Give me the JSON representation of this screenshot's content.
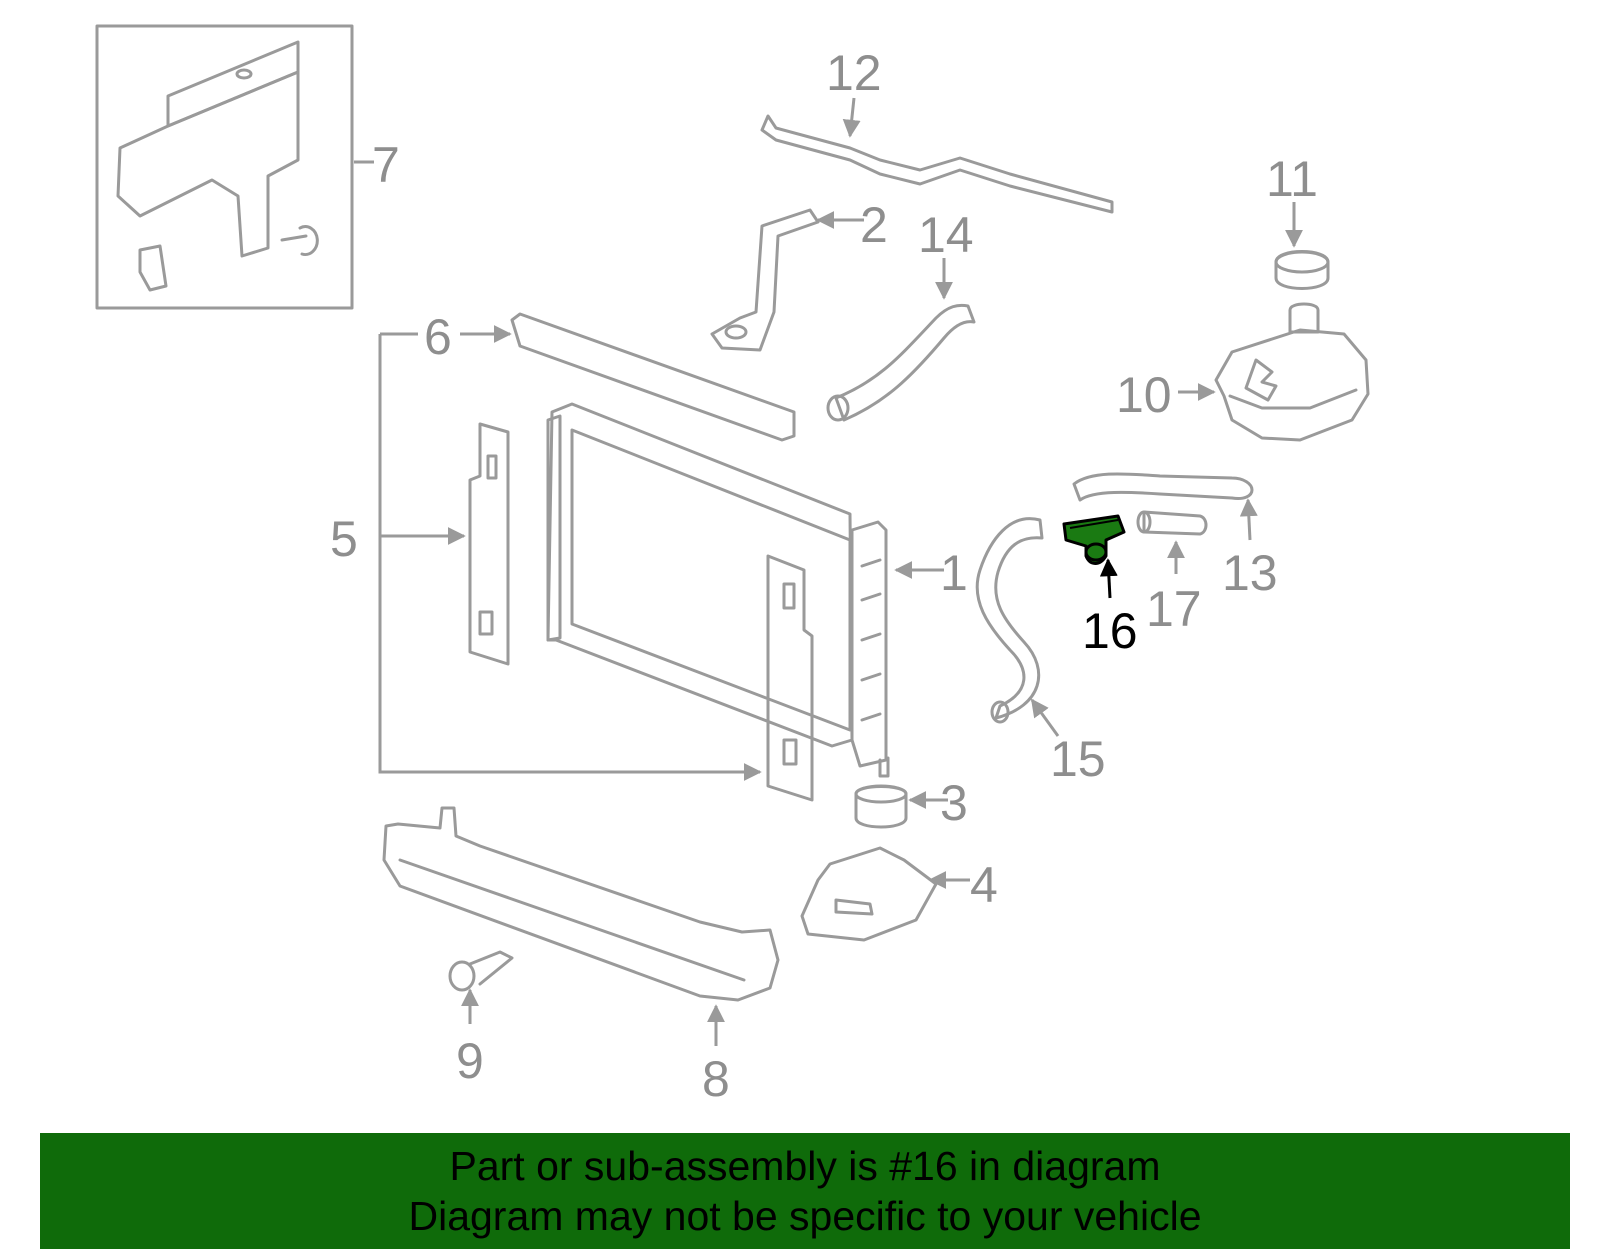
{
  "diagram": {
    "callouts": [
      "1",
      "2",
      "3",
      "4",
      "5",
      "6",
      "7",
      "8",
      "9",
      "10",
      "11",
      "12",
      "13",
      "14",
      "15",
      "16",
      "17"
    ],
    "highlighted_part": "16",
    "colors": {
      "line": "#9a9a9a",
      "label": "#8e8e8e",
      "highlight": "#1a7a12",
      "banner": "#0f6b0a"
    }
  },
  "banner": {
    "line1": "Part or sub-assembly is #16 in diagram",
    "line2": "Diagram may not be specific to your vehicle"
  }
}
